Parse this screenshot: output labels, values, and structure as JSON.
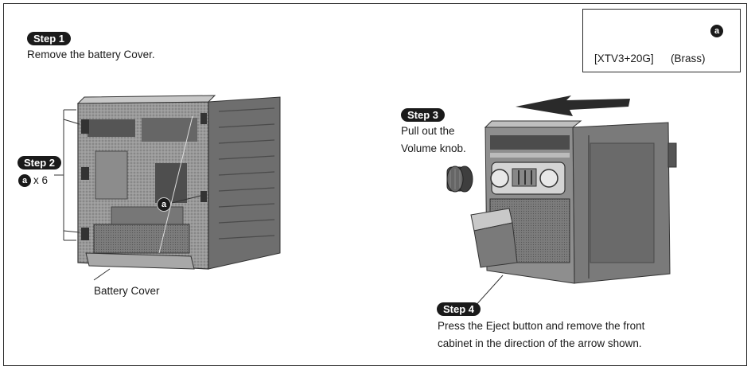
{
  "steps": {
    "step1": {
      "badge": "Step 1",
      "text": "Remove the battery Cover."
    },
    "step2": {
      "badge": "Step 2",
      "marker": "a",
      "count": "x 6"
    },
    "step3": {
      "badge": "Step 3",
      "line1": "Pull out the",
      "line2": "Volume knob."
    },
    "step4": {
      "badge": "Step 4",
      "line1": "Press the Eject button and remove the front",
      "line2": "cabinet in the direction of the arrow shown."
    }
  },
  "callouts": {
    "battery_cover": "Battery Cover",
    "screw_marker": "a"
  },
  "part": {
    "code": "[XTV3+20G]",
    "material": "(Brass)",
    "marker": "a",
    "icon": "screw-icon"
  },
  "colors": {
    "ink": "#1a1a1a",
    "device_body": "#8a8a8a",
    "device_dark": "#5a5a5a",
    "device_light": "#bdbdbd"
  }
}
